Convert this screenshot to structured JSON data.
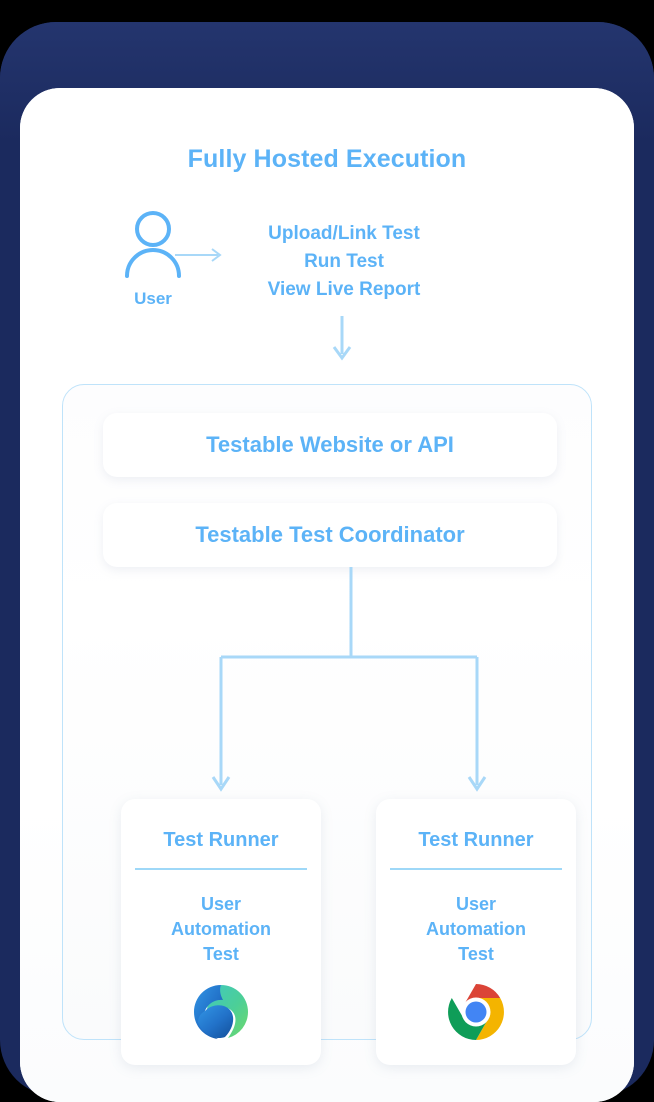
{
  "diagram": {
    "title": "Fully Hosted Execution",
    "actor": {
      "label": "User",
      "icon": "user-icon"
    },
    "actions": [
      "Upload/Link Test",
      "Run Test",
      "View Live Report"
    ],
    "bars": [
      {
        "label": "Testable Website or API"
      },
      {
        "label": "Testable Test Coordinator"
      }
    ],
    "runners": [
      {
        "title": "Test Runner",
        "subtitle_lines": [
          "User",
          "Automation",
          "Test"
        ],
        "browser": "edge-logo"
      },
      {
        "title": "Test Runner",
        "subtitle_lines": [
          "User",
          "Automation",
          "Test"
        ],
        "browser": "chrome-logo"
      }
    ],
    "colors": {
      "accent_blue": "#5cb3f7",
      "line_blue": "#a8d8f8",
      "panel_border": "#bfe3fa",
      "frame_navy": "#1b2a5e",
      "card_white": "#ffffff",
      "chrome_red": "#db4437",
      "chrome_yellow": "#f4b400",
      "chrome_green": "#0f9d58",
      "chrome_blue": "#4285f4",
      "edge_teal": "#35c1b4",
      "edge_green": "#6dd36b",
      "edge_blue": "#1b73c4"
    }
  }
}
